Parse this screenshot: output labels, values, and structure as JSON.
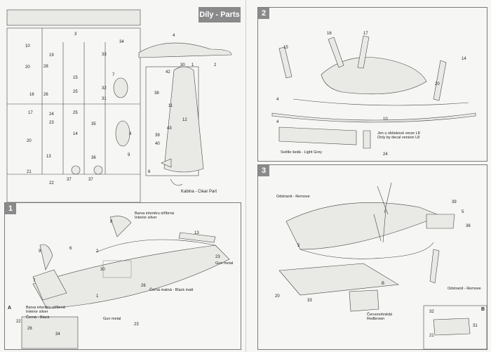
{
  "left_page": {
    "sprue_title": "Díly - Parts",
    "clear_part_label": "Kabina - Clear Part",
    "sprue_numbers": [
      "3",
      "10",
      "19",
      "20",
      "28",
      "16",
      "26",
      "15",
      "25",
      "33",
      "34",
      "32",
      "31",
      "7",
      "4",
      "42",
      "30",
      "1",
      "2",
      "38",
      "43",
      "39",
      "40",
      "6",
      "17",
      "24",
      "23",
      "20",
      "21",
      "22",
      "14",
      "13",
      "25",
      "35",
      "36",
      "37",
      "37",
      "8",
      "9",
      "11",
      "12"
    ],
    "step1": {
      "number": "1",
      "labels": {
        "interior_silver": "Barva interiéru stříbrná\nInterior silver",
        "black_matt": "Černá matná - Black matt",
        "gun_metal_1": "Gun metal",
        "gun_metal_2": "Gun metal"
      },
      "part_numbers": [
        "8",
        "2",
        "13",
        "9",
        "6",
        "30",
        "23",
        "7",
        "26",
        "1",
        "23"
      ],
      "sub_a": {
        "letter": "A",
        "labels": {
          "silver": "Barva interiéru stříbrná\nInterior silver",
          "black": "Černá - Black"
        },
        "part_numbers": [
          "22",
          "26",
          "34"
        ]
      }
    }
  },
  "right_page": {
    "step2": {
      "number": "2",
      "labels": {
        "light_grey": "Světle šedá - Light Grey",
        "decal_note": "Jen u obtiskové verze L8\nOnly by decal version L8"
      },
      "part_numbers": [
        "16",
        "17",
        "15",
        "14",
        "20",
        "4",
        "4",
        "10",
        "24"
      ]
    },
    "step3": {
      "number": "3",
      "labels": {
        "remove_1": "Odstranit - Remove",
        "remove_2": "Odstranit - Remove",
        "red_brown": "Červenohnědá\nRedbrown"
      },
      "part_numbers": [
        "39",
        "5",
        "36",
        "5",
        "20",
        "33",
        "B"
      ],
      "sub_b": {
        "letter": "B",
        "part_numbers": [
          "32",
          "21",
          "31"
        ]
      }
    }
  }
}
